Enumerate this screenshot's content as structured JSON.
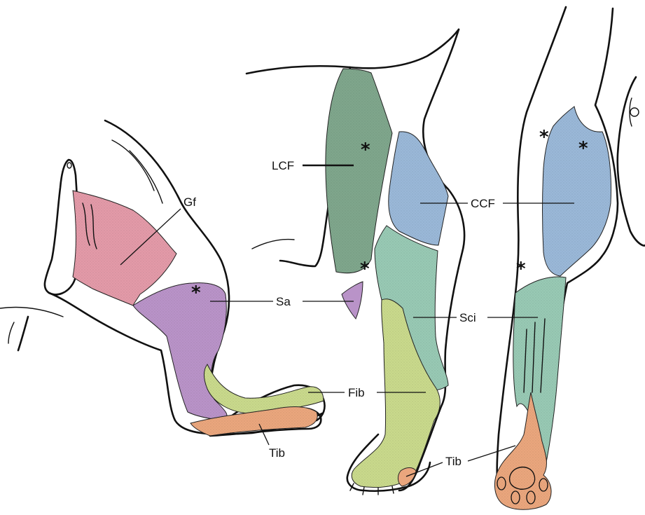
{
  "colors": {
    "genitofemoral": "#e39aa8",
    "saphenous": "#b993c8",
    "lateral_cutaneous_femoral": "#7fa68c",
    "caudal_cutaneous_femoral": "#9ab8d8",
    "sciatic": "#98c9b4",
    "fibular": "#c9d98c",
    "tibial": "#eaa67d",
    "outline": "#111111"
  },
  "labels": {
    "gf": "Gf",
    "sa": "Sa",
    "fib_left": "Fib",
    "tib_left": "Tib",
    "lcf": "LCF",
    "ccf": "CCF",
    "sci": "Sci",
    "tib_right": "Tib"
  },
  "marker": "*"
}
